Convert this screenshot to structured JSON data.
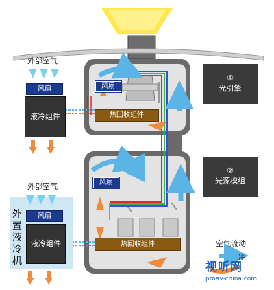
{
  "labels": {
    "outside_air_top": "外部空气",
    "fan": "风扇",
    "liquid_cool_unit": "液冷组件",
    "heat_recovery": "热回收组件",
    "outside_air_bottom": "外部空气",
    "external_liquid_cooler": "外置液冷机",
    "engine_num": "①",
    "engine_label": "光引擎",
    "source_num": "②",
    "source_label": "光源模组",
    "airflow": "空气流动",
    "cold": "冷",
    "watermark_cn": "视听网",
    "watermark_url": "proav-china.com"
  },
  "colors": {
    "fan": "#1c3a8e",
    "liquid_cool": "#333333",
    "heat_recovery": "#8a5a12",
    "cold_arrow": "#5ab4e6",
    "hot_arrow": "#f08a3c",
    "light": "#ffe84d",
    "module_gray": "#3a3a3a"
  }
}
